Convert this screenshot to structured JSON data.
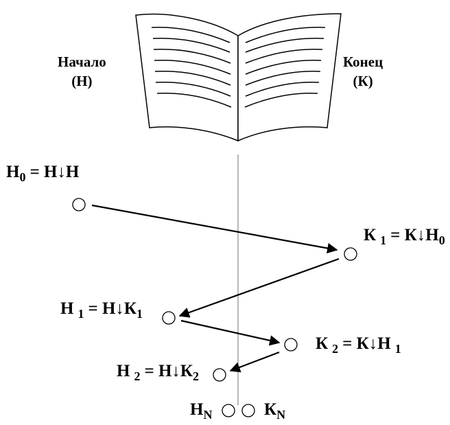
{
  "book": {
    "start_label": "Начало",
    "start_abbr": "(Н)",
    "end_label": "Конец",
    "end_abbr": "(К)"
  },
  "labels": {
    "h0": {
      "main": "Н",
      "sub": "0",
      "rest": "= Н↓Н"
    },
    "k1": {
      "main": "К",
      "sub": "1",
      "rest": "= К↓Н",
      "sub2": "0"
    },
    "h1": {
      "main": "Н",
      "sub": "1",
      "rest": "= Н↓К",
      "sub2": "1"
    },
    "k2": {
      "main": "К",
      "sub": "2",
      "rest": "= К↓Н",
      "sub2": "1"
    },
    "h2": {
      "main": "Н",
      "sub": "2",
      "rest": "= Н↓К",
      "sub2": "2"
    },
    "hn": {
      "main": "Н",
      "sub": "N"
    },
    "kn": {
      "main": "К",
      "sub": "N"
    }
  }
}
